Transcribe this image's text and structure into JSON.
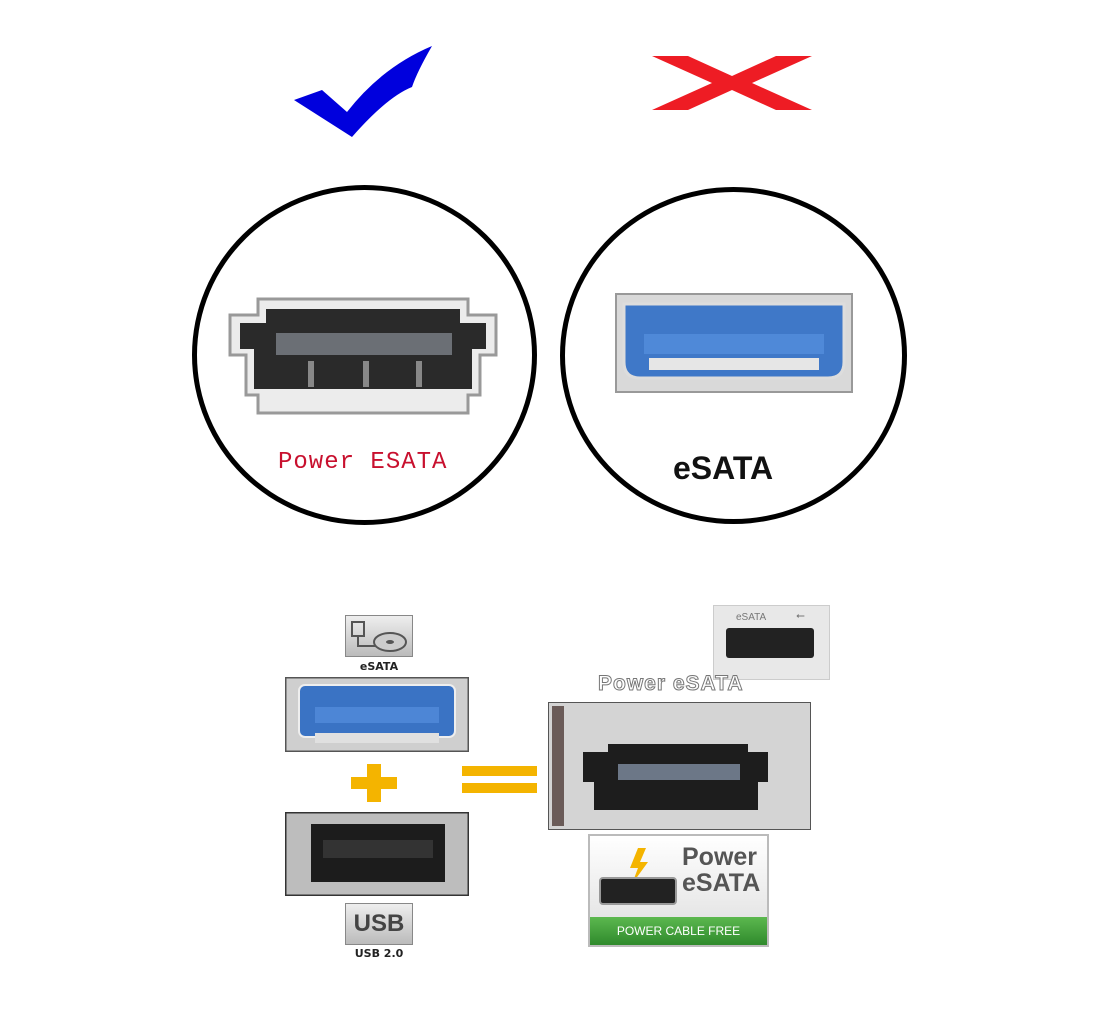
{
  "top": {
    "left": {
      "mark_icon": "check-icon",
      "mark_color": "#0000dd",
      "label": "Power ESATA",
      "label_color": "#c8102e"
    },
    "right": {
      "mark_icon": "cross-icon",
      "mark_color": "#ee1c24",
      "label": "eSATA",
      "label_color": "#111111"
    }
  },
  "bottom": {
    "esata_label": "eSATA",
    "usb_icon_text": "USB",
    "usb_label": "USB 2.0",
    "plus_icon": "plus-icon",
    "equals_icon": "equals-icon",
    "operator_color": "#f4b400",
    "inset_labels": {
      "esata": "eSATA",
      "usb": "usb-icon"
    },
    "result_title": "Power eSATA",
    "badge": {
      "line1": "Power",
      "line2": "eSATA",
      "footer": "POWER CABLE FREE",
      "footer_color": "#3a9a35",
      "bolt_icon": "lightning-icon"
    }
  }
}
